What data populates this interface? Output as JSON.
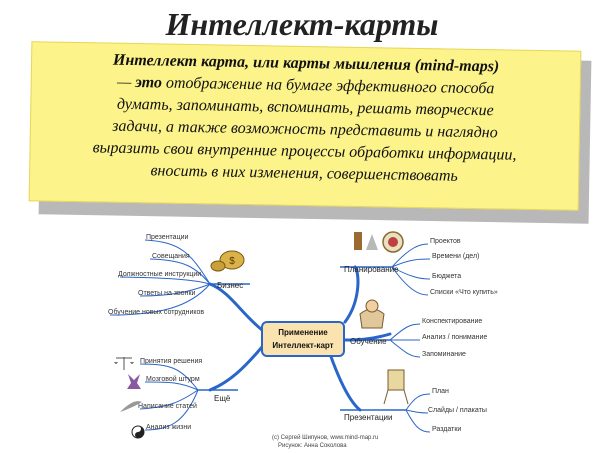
{
  "title": "Интеллект-карты",
  "card": {
    "line1": "Интеллект карта, или карты мышления (mind-maps)",
    "line2_dash": "— ",
    "line2_bold": "это",
    "line2_rest": " отображение на бумаге эффективного способа",
    "line3": "думать, запоминать, вспоминать, решать творческие",
    "line4": "задачи, а также возможность представить и наглядно",
    "line5": "выразить свои внутренние процессы обработки информации,",
    "line6": "вносить в них изменения, совершенствовать"
  },
  "map": {
    "center_line1": "Применение",
    "center_line2": "Интеллект-карт",
    "branches": {
      "business": {
        "label": "Бизнес",
        "items": [
          "Презентации",
          "Совещания",
          "Должностные инструкции",
          "Ответы на звонки",
          "Обучение новых сотрудников"
        ]
      },
      "planning": {
        "label": "Планирование",
        "items": [
          "Проектов",
          "Времени (дел)",
          "Бюджета",
          "Списки «Что купить»"
        ]
      },
      "learning": {
        "label": "Обучение",
        "items": [
          "Конспектирование",
          "Анализ / понимание",
          "Запоминание"
        ]
      },
      "more": {
        "label": "Ещё",
        "items": [
          "Принятия решения",
          "Мозговой штурм",
          "Написание статей",
          "Анализ жизни"
        ]
      },
      "presentations": {
        "label": "Презентации",
        "items": [
          "План",
          "Слайды / плакаты",
          "Раздатки"
        ]
      }
    },
    "credit_line1": "(c) Сергей Шипунов, www.mind-map.ru",
    "credit_line2": "Рисунок: Анна Соколова"
  }
}
